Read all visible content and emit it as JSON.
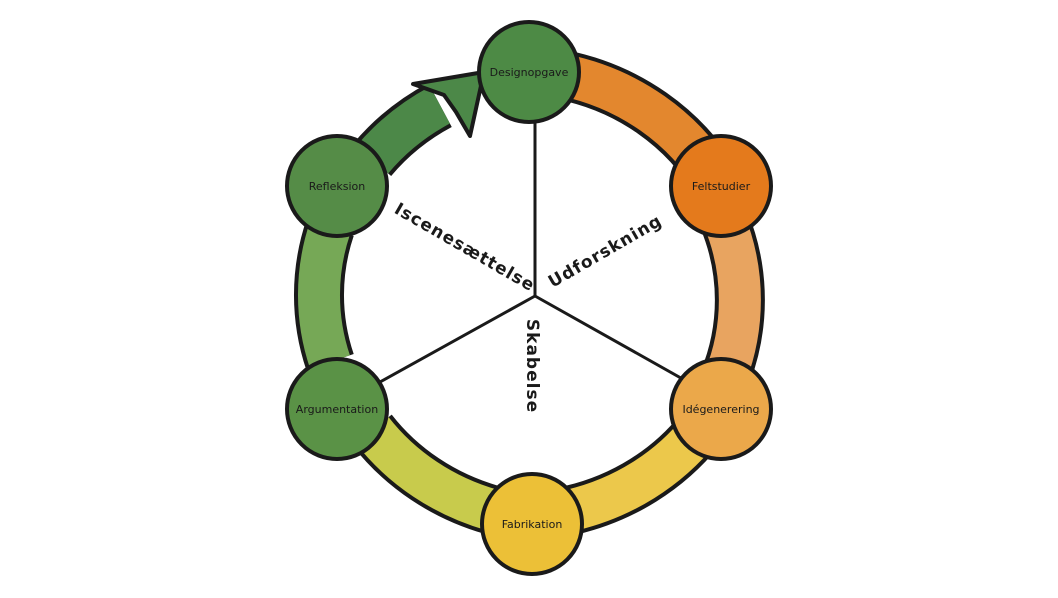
{
  "nodes": [
    {
      "id": "designopgave",
      "label": "Designopgave",
      "color": "#4d8a45"
    },
    {
      "id": "feltstudier",
      "label": "Feltstudier",
      "color": "#e47a1c"
    },
    {
      "id": "idegenerering",
      "label": "Idégenerering",
      "color": "#eba84a"
    },
    {
      "id": "fabrikation",
      "label": "Fabrikation",
      "color": "#ecc037"
    },
    {
      "id": "argumentation",
      "label": "Argumentation",
      "color": "#5a9246"
    },
    {
      "id": "refleksion",
      "label": "Refleksion",
      "color": "#558c47"
    }
  ],
  "phases": {
    "iscenesaettelse": "Iscenesættelse",
    "udforskning": "Udforskning",
    "skabelse": "Skabelse"
  },
  "arcs": {
    "design_to_felt": "#e3872e",
    "felt_to_ide": "#e8a460",
    "ide_to_fab": "#ecc84b",
    "fab_to_arg": "#c8cb4c",
    "arg_to_ref": "#76a856",
    "ref_to_design": "#4c8848"
  }
}
